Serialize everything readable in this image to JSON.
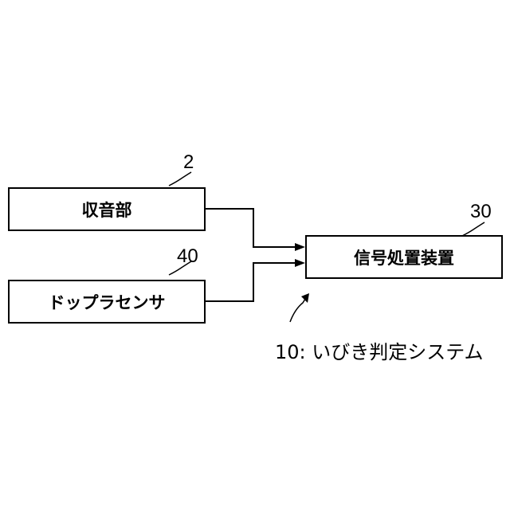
{
  "blocks": {
    "sound_collector": {
      "label": "収音部",
      "ref": "2"
    },
    "doppler_sensor": {
      "label": "ドップラセンサ",
      "ref": "40"
    },
    "signal_processor": {
      "label": "信号処置装置",
      "ref": "30"
    }
  },
  "system_caption": "10: いびき判定システム"
}
